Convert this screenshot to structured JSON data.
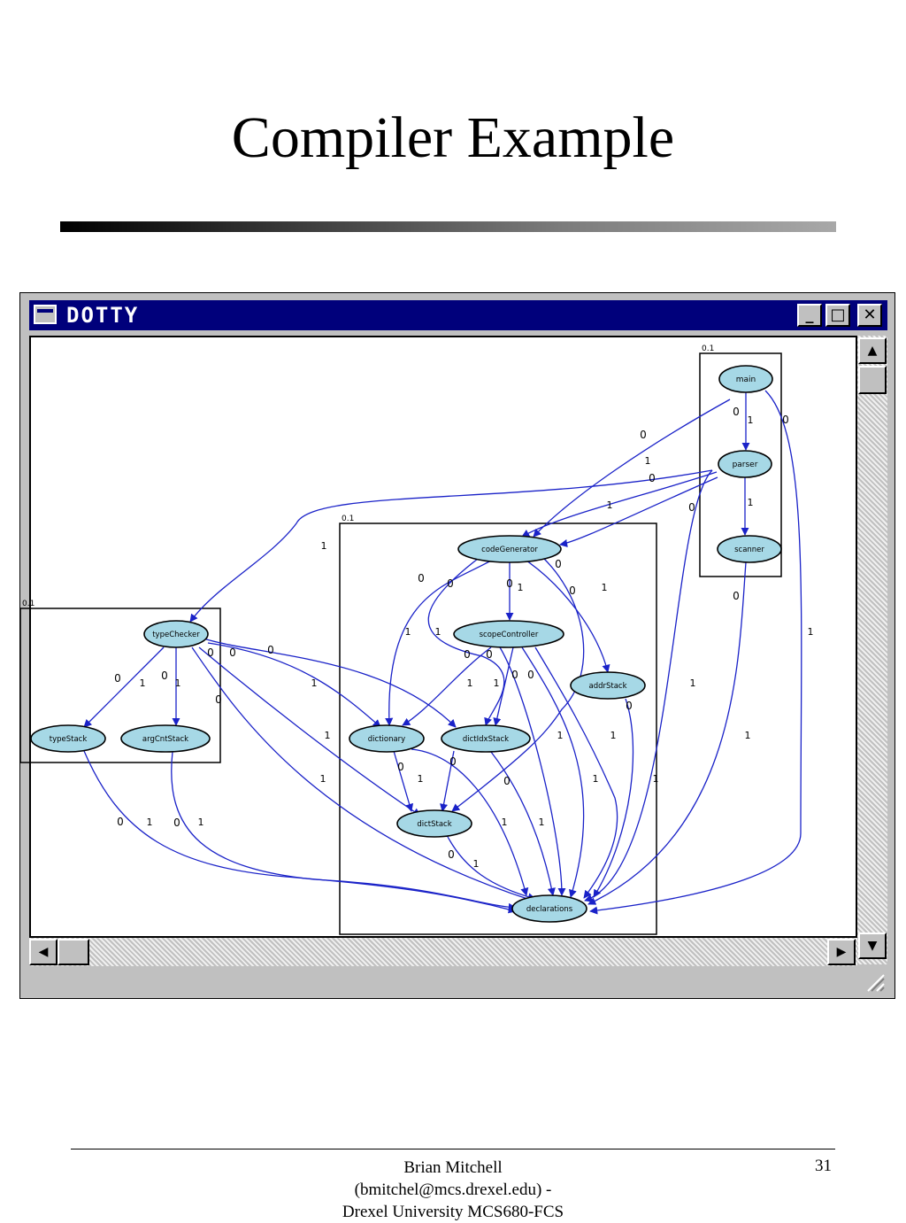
{
  "slide": {
    "title": "Compiler Example",
    "footer_lines": [
      "Brian Mitchell",
      "(bmitchel@mcs.drexel.edu) -",
      "Drexel University MCS680-FCS"
    ],
    "page_number": "31"
  },
  "window": {
    "title": "DOTTY",
    "minimize": "_",
    "maximize": "□",
    "close": "✕"
  },
  "graph": {
    "clusters": [
      {
        "id": "c-right",
        "label": "0.1"
      },
      {
        "id": "c-middle",
        "label": "0.1"
      },
      {
        "id": "c-left",
        "label": "0.1"
      }
    ],
    "nodes": [
      {
        "id": "main",
        "label": "main"
      },
      {
        "id": "parser",
        "label": "parser"
      },
      {
        "id": "scanner",
        "label": "scanner"
      },
      {
        "id": "codeGenerator",
        "label": "codeGenerator"
      },
      {
        "id": "scopeController",
        "label": "scopeController"
      },
      {
        "id": "addrStack",
        "label": "addrStack"
      },
      {
        "id": "typeChecker",
        "label": "typeChecker"
      },
      {
        "id": "typeStack",
        "label": "typeStack"
      },
      {
        "id": "argCntStack",
        "label": "argCntStack"
      },
      {
        "id": "dictionary",
        "label": "dictionary"
      },
      {
        "id": "dictIdxStack",
        "label": "dictIdxStack"
      },
      {
        "id": "dictStack",
        "label": "dictStack"
      },
      {
        "id": "declarations",
        "label": "declarations"
      }
    ],
    "edge_labels": [
      "0",
      "1"
    ],
    "colors": {
      "edge": "#1a22c8",
      "node_fill": "#a6d8e6",
      "node_stroke": "#000000"
    }
  }
}
